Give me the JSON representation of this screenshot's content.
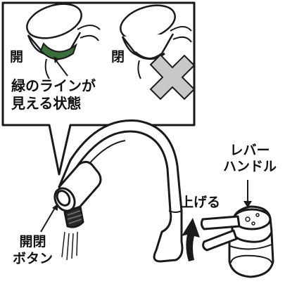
{
  "inset": {
    "open_label": "開",
    "closed_label": "閉",
    "green_line_line1": "緑のラインが",
    "green_line_line2": "見える状態"
  },
  "faucet": {
    "raise_label": "上げる",
    "lever_line1": "レバー",
    "lever_line2": "ハンドル",
    "button_line1": "開閉",
    "button_line2": "ボタン"
  },
  "colors": {
    "green_band": "#3c6e3c",
    "prohibited_x": "#c8c8c8",
    "outline": "#1a1a1a"
  }
}
